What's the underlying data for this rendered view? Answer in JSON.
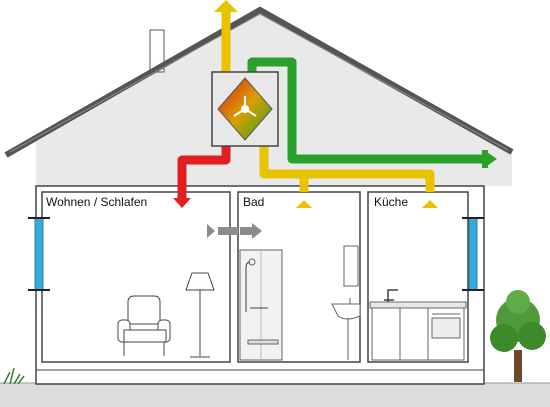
{
  "rooms": {
    "living": {
      "label": "Wohnen / Schlafen"
    },
    "bath": {
      "label": "Bad"
    },
    "kitchen": {
      "label": "Küche"
    }
  },
  "colors": {
    "roof_line": "#555555",
    "attic_fill": "#e9e9e9",
    "wall_line": "#444444",
    "ground": "#dcdcdc",
    "supply_duct": "#e8c400",
    "outdoor_air_duct": "#2aa12a",
    "warm_supply": "#e02020",
    "transfer_arrow": "#8c8c8c",
    "window_glass": "#39a9d8",
    "tree": "#4f9a3a"
  },
  "icons": {
    "unit": "heat-recovery-unit-icon",
    "fan": "fan-icon"
  }
}
